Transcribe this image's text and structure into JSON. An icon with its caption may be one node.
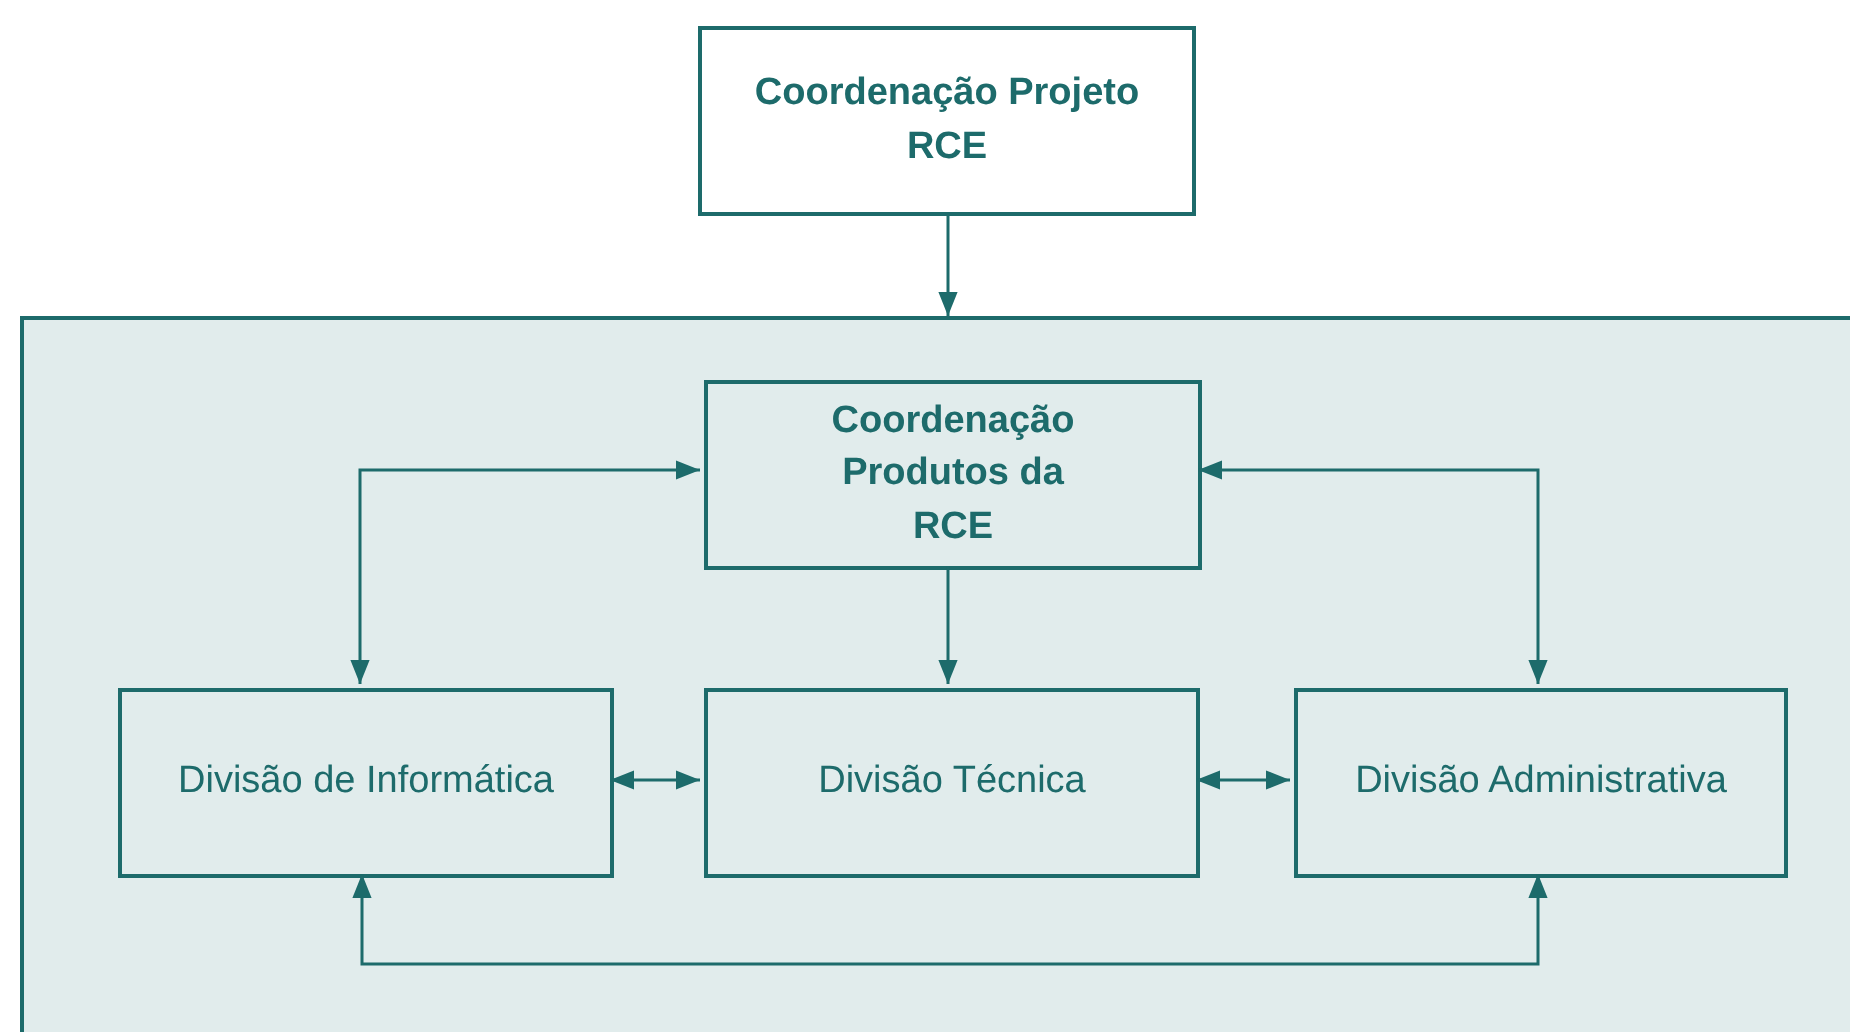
{
  "diagram": {
    "nodes": [
      {
        "text": [
          "Coordenação Projeto RCE"
        ]
      },
      {
        "text": [],
        "shape": "box"
      },
      {
        "text": [
          "Coordenação Produtos da RCE"
        ],
        "in": 1
      },
      {
        "text": [
          "Divisão de Informática"
        ],
        "in": 1
      },
      {
        "text": [
          "Divisão Técnica"
        ],
        "in": 1
      },
      {
        "text": [
          "Divisão Administrativa"
        ],
        "in": 1
      }
    ],
    "edges": [
      {
        "from": 0,
        "to": 1,
        "arrow": "to"
      },
      {
        "from": 2,
        "to": 3,
        "arrow": "both"
      },
      {
        "from": 2,
        "to": 5,
        "arrow": "both"
      },
      {
        "from": 2,
        "to": 4,
        "arrow": "to"
      },
      {
        "from": 3,
        "to": 4,
        "arrow": "both"
      },
      {
        "from": 4,
        "to": 5,
        "arrow": "both"
      },
      {
        "from": 3,
        "to": 5,
        "arrow": "both"
      }
    ]
  }
}
